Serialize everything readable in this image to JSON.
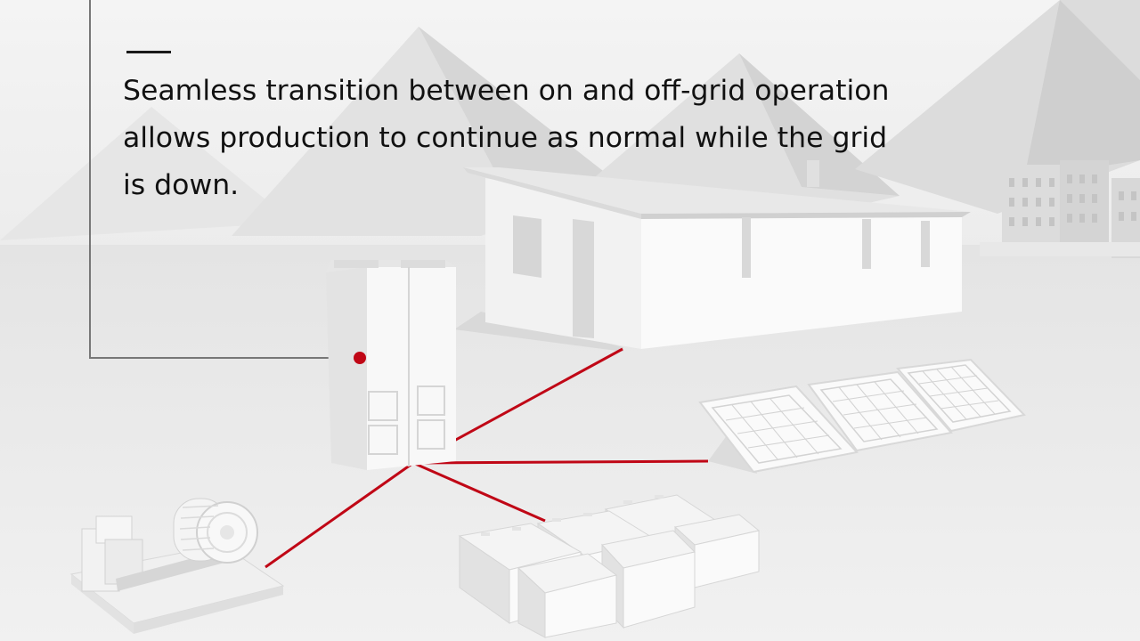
{
  "caption": {
    "lines": [
      "Seamless transition between on and off-grid operation",
      "allows production to continue as normal while the grid",
      "is down."
    ]
  },
  "colors": {
    "background": "#ececec",
    "accent_red": "#c00716",
    "callout_line": "#777777",
    "text": "#111111"
  },
  "scene": {
    "objects": [
      "mountains",
      "city-buildings",
      "house",
      "switchgear-cabinet",
      "solar-panels",
      "battery-bank",
      "generator"
    ],
    "icons": [
      "callout-dot-icon"
    ]
  }
}
